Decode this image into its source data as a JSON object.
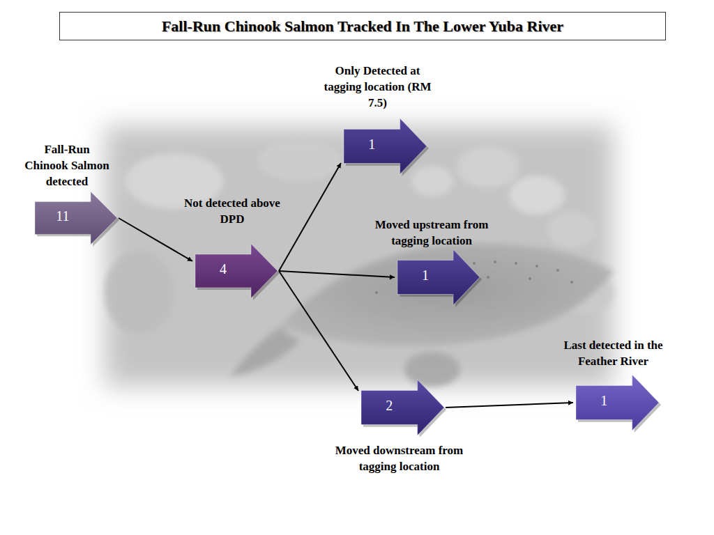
{
  "diagram": {
    "title": "Fall-Run Chinook Salmon Tracked In The Lower Yuba River",
    "nodes": [
      {
        "text": [
          "Fall-Run Chinook Salmon detected",
          "11"
        ]
      },
      {
        "text": [
          "Not detected above DPD",
          "4"
        ]
      },
      {
        "text": [
          "Only Detected at tagging location (RM 7.5)",
          "1"
        ]
      },
      {
        "text": [
          "Moved upstream from tagging location",
          "1"
        ]
      },
      {
        "text": [
          "2",
          "Moved downstream from tagging location"
        ]
      },
      {
        "text": [
          "Last detected in the Feather River",
          "1"
        ]
      }
    ],
    "edges": [
      {
        "from": 0,
        "to": 1,
        "arrow": "to"
      },
      {
        "from": 1,
        "to": 2,
        "arrow": "to"
      },
      {
        "from": 1,
        "to": 3,
        "arrow": "to"
      },
      {
        "from": 1,
        "to": 4,
        "arrow": "to"
      },
      {
        "from": 4,
        "to": 5,
        "arrow": "to"
      }
    ]
  }
}
